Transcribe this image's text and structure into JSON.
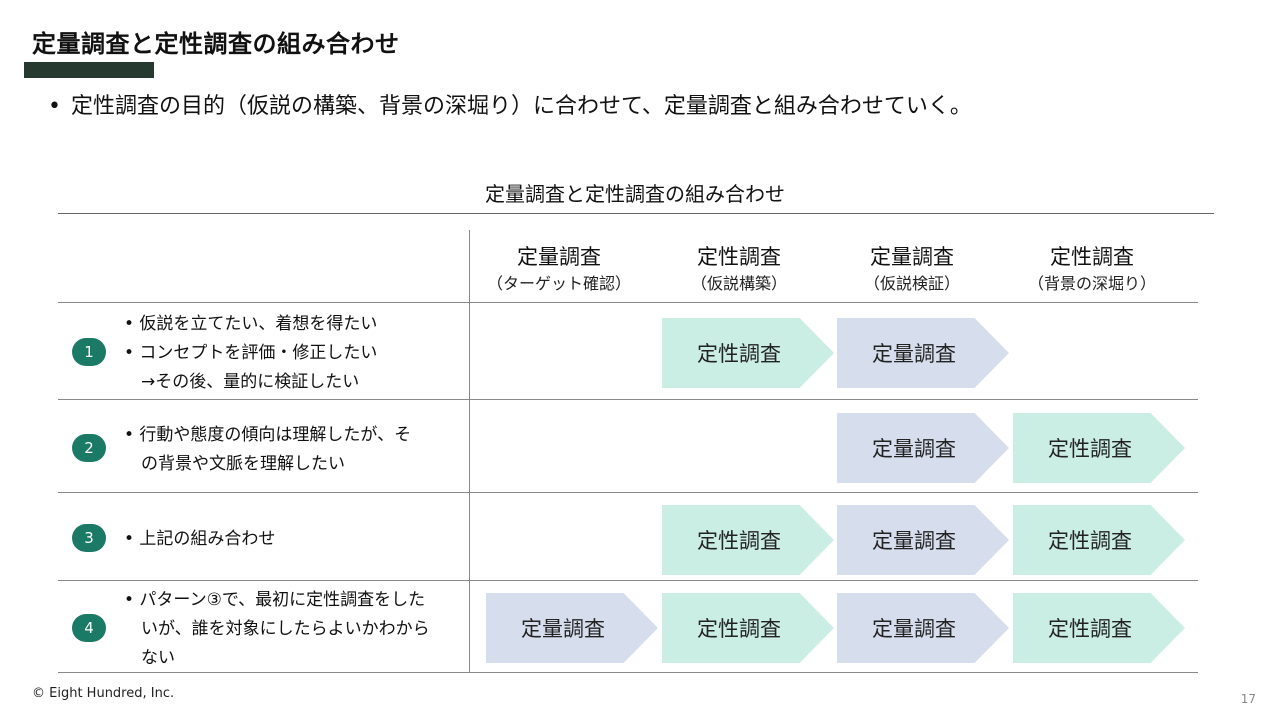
{
  "title": "定量調査と定性調査の組み合わせ",
  "bullet": "定性調査の目的（仮説の構築、背景の深堀り）に合わせて、定量調査と組み合わせていく。",
  "bullet_dot": "•",
  "table_title": "定量調査と定性調査の組み合わせ",
  "columns": [
    {
      "label": "定量調査",
      "sub": "（ターゲット確認）"
    },
    {
      "label": "定性調査",
      "sub": "（仮説構築）"
    },
    {
      "label": "定量調査",
      "sub": "（仮説検証）"
    },
    {
      "label": "定性調査",
      "sub": "（背景の深堀り）"
    }
  ],
  "patterns": [
    {
      "num": "1",
      "lines": [
        "• 仮説を立てたい、着想を得たい",
        "• コンセプトを評価・修正したい",
        "　→その後、量的に検証したい"
      ]
    },
    {
      "num": "2",
      "lines": [
        "• 行動や態度の傾向は理解したが、そ",
        "　の背景や文脈を理解したい"
      ]
    },
    {
      "num": "3",
      "lines": [
        "• 上記の組み合わせ"
      ]
    },
    {
      "num": "4",
      "lines": [
        "• パターン③で、最初に定性調査をした",
        "　いが、誰を対象にしたらよいかわから",
        "　ない"
      ]
    }
  ],
  "cells": {
    "quant": "定量調査",
    "qual": "定性調査"
  },
  "colors": {
    "quant": "#d6deee",
    "qual": "#caeee4",
    "badge": "#1b7a66",
    "title_bar": "#263a30"
  },
  "footer": "© Eight Hundred, Inc.",
  "page_number": "17"
}
